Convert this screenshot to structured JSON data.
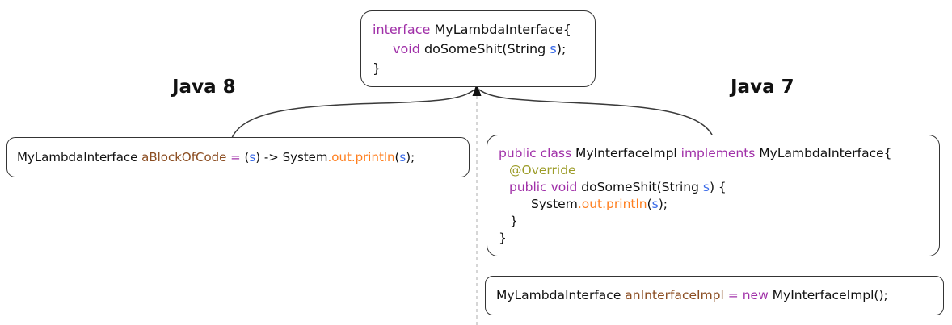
{
  "diagram": {
    "title_semantics": "Java 8 lambda vs Java 7 anonymous implementation of a functional interface",
    "labels": {
      "left": "Java 8",
      "right": "Java 7"
    },
    "colors": {
      "keyword_purple": "#A030A8",
      "identifier_brown": "#8B4D21",
      "method_orange": "#FF7F1F",
      "param_blue": "#3B6BE8",
      "annotation_olive": "#9C9C28",
      "text_black": "#111111",
      "box_border": "#343434",
      "dashed_divider": "#BBBBBB",
      "background": "#FFFFFF"
    },
    "boxes": {
      "interface_box": {
        "lines": [
          {
            "indent": 0,
            "tokens": [
              {
                "text": "interface ",
                "color": "kw"
              },
              {
                "text": "MyLambdaInterface{",
                "color": "plain"
              }
            ]
          },
          {
            "indent": 25,
            "tokens": [
              {
                "text": "void ",
                "color": "kw"
              },
              {
                "text": "doSomeShit(String ",
                "color": "plain"
              },
              {
                "text": "s",
                "color": "blue"
              },
              {
                "text": ");",
                "color": "plain"
              }
            ]
          },
          {
            "indent": 0,
            "tokens": [
              {
                "text": "}",
                "color": "plain"
              }
            ]
          }
        ]
      },
      "lambda_box": {
        "lines": [
          {
            "indent": 0,
            "tokens": [
              {
                "text": "MyLambdaInterface ",
                "color": "plain"
              },
              {
                "text": "aBlockOfCode",
                "color": "brown"
              },
              {
                "text": " ",
                "color": "plain"
              },
              {
                "text": "=",
                "color": "kw"
              },
              {
                "text": " (",
                "color": "plain"
              },
              {
                "text": "s",
                "color": "blue"
              },
              {
                "text": ") -> System",
                "color": "plain"
              },
              {
                "text": ".out.println",
                "color": "orange"
              },
              {
                "text": "(",
                "color": "plain"
              },
              {
                "text": "s",
                "color": "blue"
              },
              {
                "text": ");",
                "color": "plain"
              }
            ]
          }
        ]
      },
      "impl_box": {
        "lines": [
          {
            "indent": 0,
            "tokens": [
              {
                "text": "public class ",
                "color": "kw"
              },
              {
                "text": "MyInterfaceImpl ",
                "color": "plain"
              },
              {
                "text": "implements ",
                "color": "kw"
              },
              {
                "text": "MyLambdaInterface{",
                "color": "plain"
              }
            ]
          },
          {
            "indent": 13,
            "tokens": [
              {
                "text": "@Override",
                "color": "olive"
              }
            ]
          },
          {
            "indent": 13,
            "tokens": [
              {
                "text": "public void ",
                "color": "kw"
              },
              {
                "text": "doSomeShit(String ",
                "color": "plain"
              },
              {
                "text": "s",
                "color": "blue"
              },
              {
                "text": ") {",
                "color": "plain"
              }
            ]
          },
          {
            "indent": 40,
            "tokens": [
              {
                "text": "System",
                "color": "plain"
              },
              {
                "text": ".out.println",
                "color": "orange"
              },
              {
                "text": "(",
                "color": "plain"
              },
              {
                "text": "s",
                "color": "blue"
              },
              {
                "text": ");",
                "color": "plain"
              }
            ]
          },
          {
            "indent": 14,
            "tokens": [
              {
                "text": "}",
                "color": "plain"
              }
            ]
          },
          {
            "indent": 0,
            "tokens": [
              {
                "text": "}",
                "color": "plain"
              }
            ]
          }
        ]
      },
      "instantiation_box": {
        "lines": [
          {
            "indent": 0,
            "tokens": [
              {
                "text": "MyLambdaInterface ",
                "color": "plain"
              },
              {
                "text": "anInterfaceImpl",
                "color": "brown"
              },
              {
                "text": " ",
                "color": "plain"
              },
              {
                "text": "=",
                "color": "kw"
              },
              {
                "text": " ",
                "color": "plain"
              },
              {
                "text": "new",
                "color": "kw"
              },
              {
                "text": " MyInterfaceImpl();",
                "color": "plain"
              }
            ]
          }
        ]
      }
    }
  }
}
